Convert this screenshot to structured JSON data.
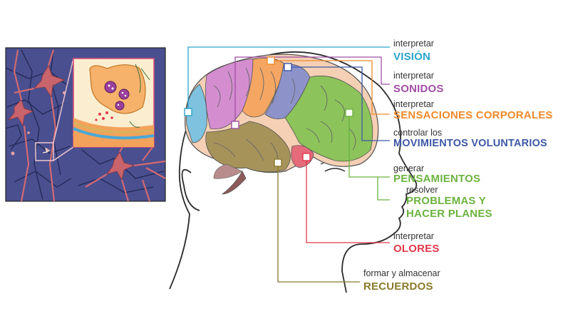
{
  "colors": {
    "vision": "#2aa4c9",
    "sounds": "#a14ea6",
    "body": "#ef8a2b",
    "movement": "#3d58a6",
    "thinking": "#6cb33f",
    "smell": "#e2384b",
    "memory": "#8b7a2b",
    "neuron_bg": "#4a4f8f",
    "neuron": "#d06a72",
    "inset_bg": "#fbeed0"
  },
  "labels": {
    "vision": {
      "verb": "interpretar",
      "term": "VISIÓN"
    },
    "sounds": {
      "verb": "interpretar",
      "term": "SONIDOS"
    },
    "body": {
      "verb": "interpretar",
      "term": "SENSACIONES CORPORALES"
    },
    "movement": {
      "verb": "controlar los",
      "term": "MOVIMIENTOS VOLUNTARIOS"
    },
    "thinking": {
      "verb": "generar",
      "term": "PENSAMIENTOS"
    },
    "planning": {
      "verb": "resolver",
      "term_line1": "PROBLEMAS Y",
      "term_line2": "HACER PLANES"
    },
    "smell": {
      "verb": "interpretar",
      "term": "OLORES"
    },
    "memory": {
      "verb": "formar y almacenar",
      "term": "RECUERDOS"
    }
  }
}
